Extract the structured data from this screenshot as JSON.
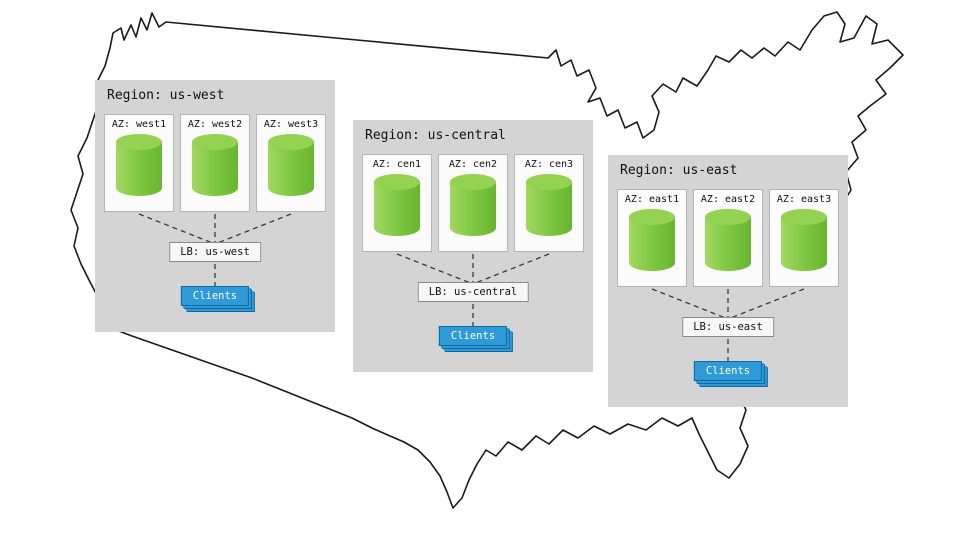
{
  "diagram": {
    "regions": [
      {
        "title": "Region: us-west",
        "azs": [
          "AZ: west1",
          "AZ: west2",
          "AZ: west3"
        ],
        "lb": "LB: us-west",
        "clients": "Clients"
      },
      {
        "title": "Region: us-central",
        "azs": [
          "AZ: cen1",
          "AZ: cen2",
          "AZ: cen3"
        ],
        "lb": "LB: us-central",
        "clients": "Clients"
      },
      {
        "title": "Region: us-east",
        "azs": [
          "AZ: east1",
          "AZ: east2",
          "AZ: east3"
        ],
        "lb": "LB: us-east",
        "clients": "Clients"
      }
    ],
    "colors": {
      "region_bg": "#d4d4d4",
      "az_bg": "#fbfbfb",
      "cylinder_green": "#7cc63f",
      "clients_blue": "#2e9bd8",
      "map_outline": "#1a1a1a"
    }
  }
}
